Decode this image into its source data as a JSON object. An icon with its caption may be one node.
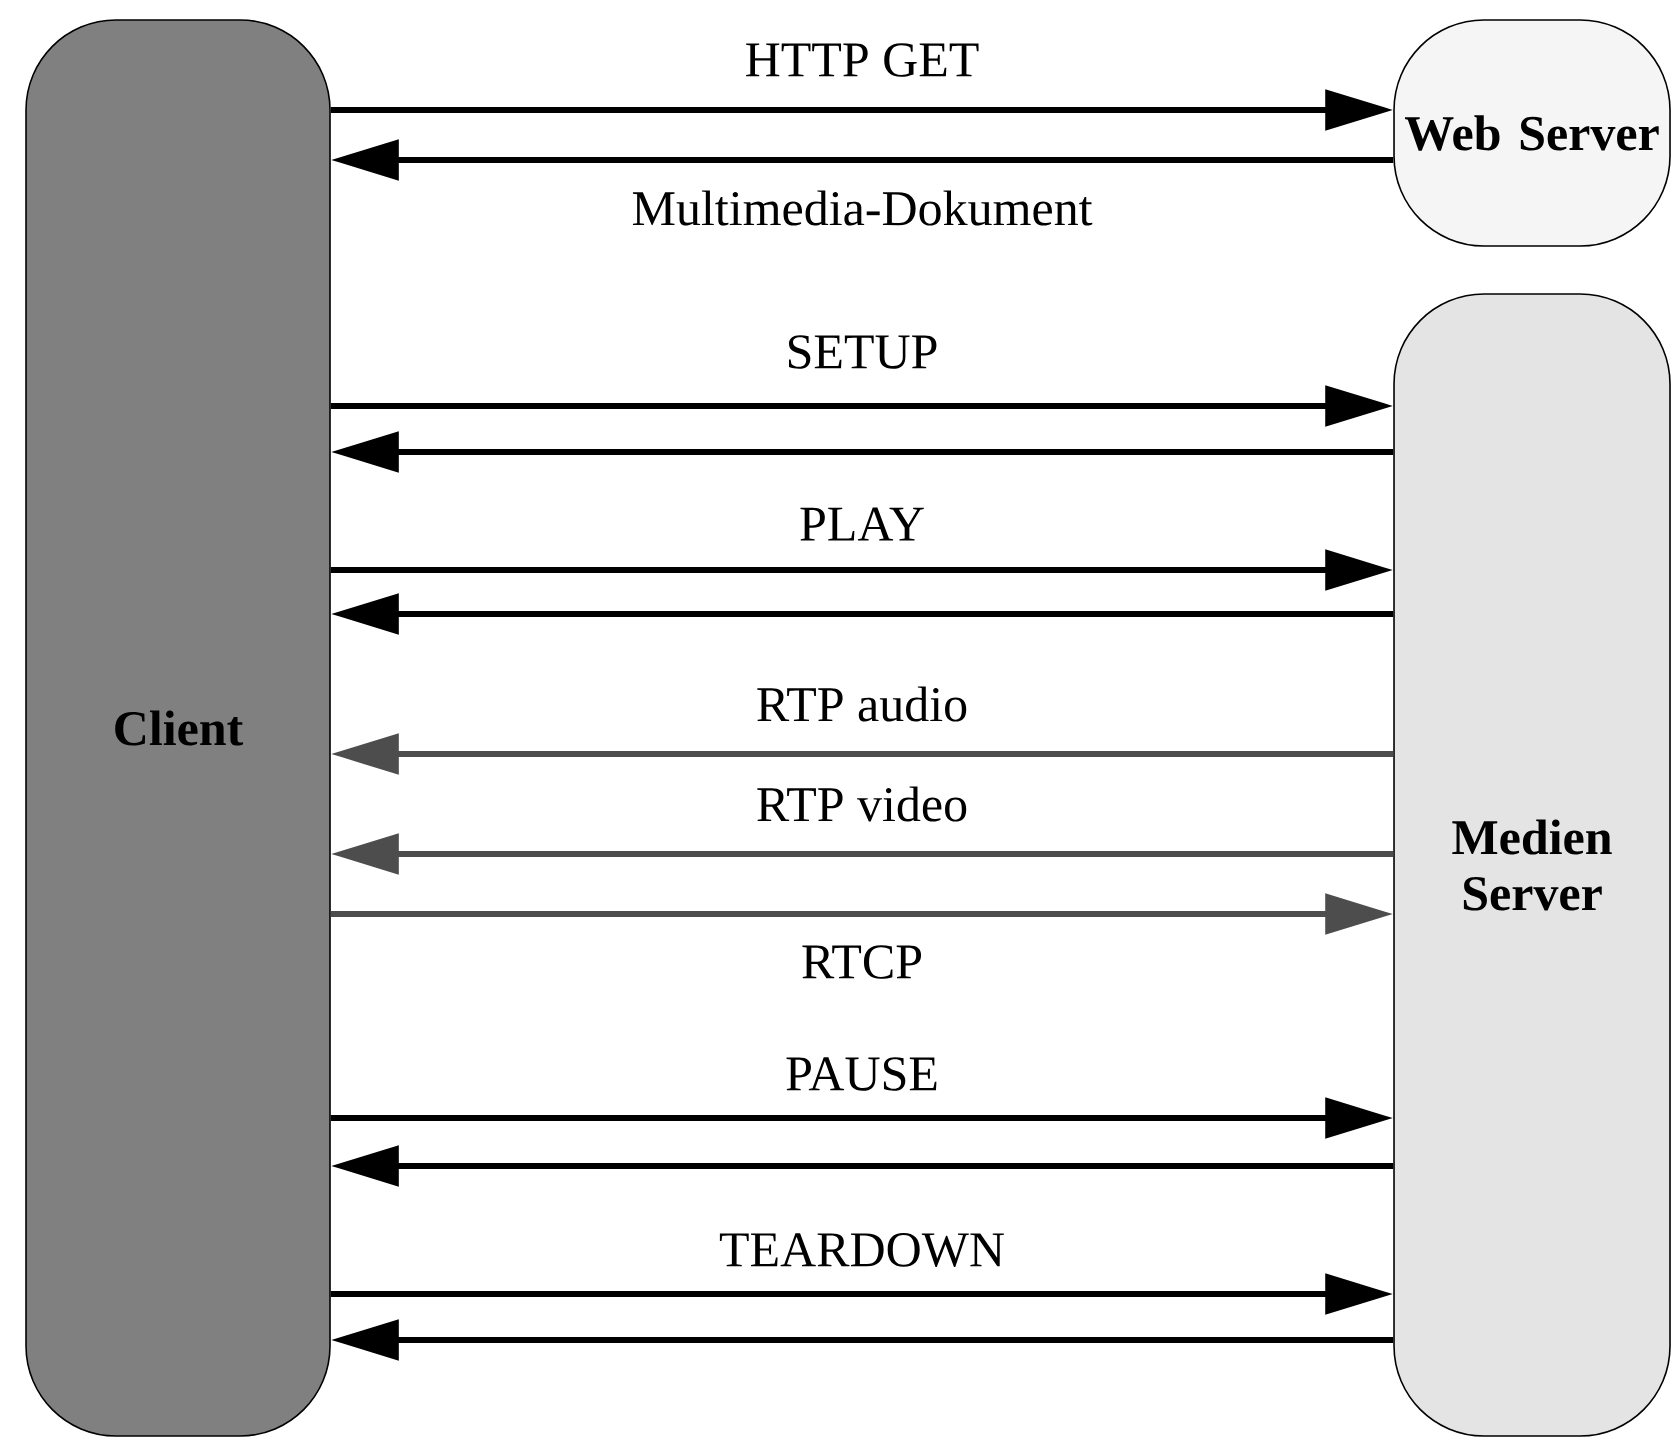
{
  "diagram": {
    "nodes": [
      {
        "text": [
          "Client"
        ]
      },
      {
        "text": [
          "Web Server"
        ]
      },
      {
        "text": [
          "Medien Server"
        ]
      }
    ],
    "edges": [
      {
        "from": 0,
        "to": 1,
        "arrow": "to",
        "label": "HTTP GET"
      },
      {
        "from": 1,
        "to": 0,
        "arrow": "to",
        "label": "Multimedia-Dokument"
      },
      {
        "from": 0,
        "to": 2,
        "arrow": "to",
        "label": "SETUP"
      },
      {
        "from": 2,
        "to": 0,
        "arrow": "to"
      },
      {
        "from": 0,
        "to": 2,
        "arrow": "to",
        "label": "PLAY"
      },
      {
        "from": 2,
        "to": 0,
        "arrow": "to"
      },
      {
        "from": 2,
        "to": 0,
        "arrow": "to",
        "label": "RTP audio",
        "color": "#4d4d4d"
      },
      {
        "from": 2,
        "to": 0,
        "arrow": "to",
        "label": "RTP video",
        "color": "#4d4d4d"
      },
      {
        "from": 0,
        "to": 2,
        "arrow": "to",
        "label": "RTCP",
        "color": "#4d4d4d"
      },
      {
        "from": 0,
        "to": 2,
        "arrow": "to",
        "label": "PAUSE"
      },
      {
        "from": 2,
        "to": 0,
        "arrow": "to"
      },
      {
        "from": 0,
        "to": 2,
        "arrow": "to",
        "label": "TEARDOWN"
      },
      {
        "from": 2,
        "to": 0,
        "arrow": "to"
      }
    ]
  }
}
